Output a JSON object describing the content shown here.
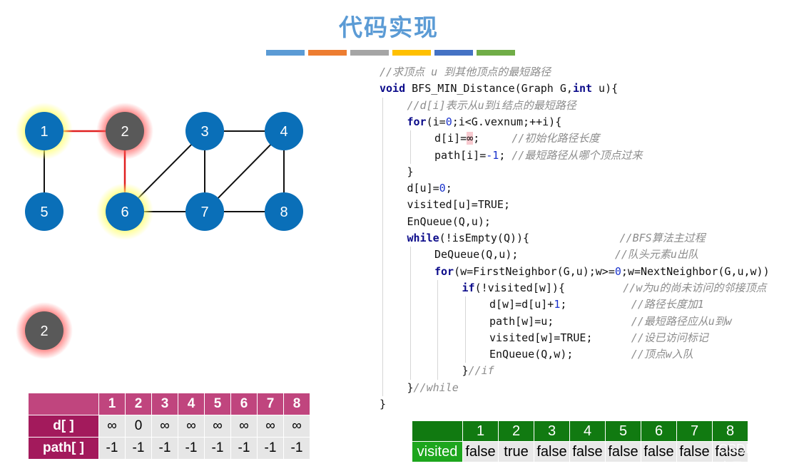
{
  "title": "代码实现",
  "colors": {
    "title": "#5b9bd5",
    "node": "#0a6fb8",
    "node_dark": "#595959",
    "tree_edge": "#e02020",
    "edge": "#111111",
    "glow_yellow": "#ffff66",
    "glow_red": "#ff5555",
    "bars": [
      "#5b9bd5",
      "#ed7d31",
      "#a5a5a5",
      "#ffc000",
      "#4472c4",
      "#70ad47"
    ]
  },
  "graph": {
    "nodes": [
      {
        "id": "1",
        "label": "1",
        "state": "visited"
      },
      {
        "id": "2",
        "label": "2",
        "state": "current"
      },
      {
        "id": "3",
        "label": "3",
        "state": "unvisited"
      },
      {
        "id": "4",
        "label": "4",
        "state": "unvisited"
      },
      {
        "id": "5",
        "label": "5",
        "state": "unvisited"
      },
      {
        "id": "6",
        "label": "6",
        "state": "visited"
      },
      {
        "id": "7",
        "label": "7",
        "state": "unvisited"
      },
      {
        "id": "8",
        "label": "8",
        "state": "unvisited"
      }
    ],
    "edges": [
      {
        "from": "1",
        "to": "2",
        "highlight": true
      },
      {
        "from": "2",
        "to": "6",
        "highlight": true
      },
      {
        "from": "1",
        "to": "5",
        "highlight": false
      },
      {
        "from": "3",
        "to": "4",
        "highlight": false
      },
      {
        "from": "3",
        "to": "6",
        "highlight": false
      },
      {
        "from": "3",
        "to": "7",
        "highlight": false
      },
      {
        "from": "4",
        "to": "7",
        "highlight": false
      },
      {
        "from": "4",
        "to": "8",
        "highlight": false
      },
      {
        "from": "6",
        "to": "7",
        "highlight": false
      },
      {
        "from": "7",
        "to": "8",
        "highlight": false
      }
    ]
  },
  "queue": [
    "2"
  ],
  "code": {
    "lines": [
      {
        "indent": 0,
        "parts": [
          {
            "t": "//求顶点 ",
            "c": "c"
          },
          {
            "t": "u",
            "c": "c"
          },
          {
            "t": " 到其他顶点的最短路径",
            "c": "c"
          }
        ]
      },
      {
        "indent": 0,
        "parts": [
          {
            "t": "void",
            "c": "k"
          },
          {
            "t": " BFS_MIN_Distance(Graph G,",
            "c": ""
          },
          {
            "t": "int",
            "c": "k"
          },
          {
            "t": " u){",
            "c": ""
          }
        ]
      },
      {
        "indent": 1,
        "parts": [
          {
            "t": "//d[i]表示从u到i结点的最短路径",
            "c": "c"
          }
        ]
      },
      {
        "indent": 1,
        "parts": [
          {
            "t": "for",
            "c": "k"
          },
          {
            "t": "(i=",
            "c": ""
          },
          {
            "t": "0",
            "c": "n"
          },
          {
            "t": ";i<G.vexnum;++i){",
            "c": ""
          }
        ]
      },
      {
        "indent": 2,
        "parts": [
          {
            "t": "d[i]=",
            "c": ""
          },
          {
            "t": "∞",
            "c": "hl"
          },
          {
            "t": ";     ",
            "c": ""
          },
          {
            "t": "//初始化路径长度",
            "c": "c"
          }
        ]
      },
      {
        "indent": 2,
        "parts": [
          {
            "t": "path[i]=",
            "c": ""
          },
          {
            "t": "-1",
            "c": "n"
          },
          {
            "t": "; ",
            "c": ""
          },
          {
            "t": "//最短路径从哪个顶点过来",
            "c": "c"
          }
        ]
      },
      {
        "indent": 1,
        "parts": [
          {
            "t": "}",
            "c": ""
          }
        ]
      },
      {
        "indent": 1,
        "parts": [
          {
            "t": "d[u]=",
            "c": ""
          },
          {
            "t": "0",
            "c": "n"
          },
          {
            "t": ";",
            "c": ""
          }
        ]
      },
      {
        "indent": 1,
        "parts": [
          {
            "t": "visited[u]=TRUE;",
            "c": ""
          }
        ]
      },
      {
        "indent": 1,
        "parts": [
          {
            "t": "EnQueue(Q,u);",
            "c": ""
          }
        ]
      },
      {
        "indent": 1,
        "parts": [
          {
            "t": "while",
            "c": "k"
          },
          {
            "t": "(!isEmpty(Q)){              ",
            "c": ""
          },
          {
            "t": "//BFS算法主过程",
            "c": "c"
          }
        ]
      },
      {
        "indent": 2,
        "parts": [
          {
            "t": "DeQueue(Q,u);               ",
            "c": ""
          },
          {
            "t": "//队头元素u出队",
            "c": "c"
          }
        ]
      },
      {
        "indent": 2,
        "parts": [
          {
            "t": "for",
            "c": "k"
          },
          {
            "t": "(w=FirstNeighbor(G,u);w>=",
            "c": ""
          },
          {
            "t": "0",
            "c": "n"
          },
          {
            "t": ";w=NextNeighbor(G,u,w))",
            "c": ""
          }
        ]
      },
      {
        "indent": 3,
        "parts": [
          {
            "t": "if",
            "c": "k"
          },
          {
            "t": "(!visited[w]){         ",
            "c": ""
          },
          {
            "t": "//w为u的尚未访问的邻接顶点",
            "c": "c"
          }
        ]
      },
      {
        "indent": 4,
        "parts": [
          {
            "t": "d[w]=d[u]+",
            "c": ""
          },
          {
            "t": "1",
            "c": "n"
          },
          {
            "t": ";          ",
            "c": ""
          },
          {
            "t": "//路径长度加1",
            "c": "c"
          }
        ]
      },
      {
        "indent": 4,
        "parts": [
          {
            "t": "path[w]=u;            ",
            "c": ""
          },
          {
            "t": "//最短路径应从u到w",
            "c": "c"
          }
        ]
      },
      {
        "indent": 4,
        "parts": [
          {
            "t": "visited[w]=TRUE;      ",
            "c": ""
          },
          {
            "t": "//设已访问标记",
            "c": "c"
          }
        ]
      },
      {
        "indent": 4,
        "parts": [
          {
            "t": "EnQueue(Q,w);         ",
            "c": ""
          },
          {
            "t": "//顶点w入队",
            "c": "c"
          }
        ]
      },
      {
        "indent": 3,
        "parts": [
          {
            "t": "}",
            "c": ""
          },
          {
            "t": "//if",
            "c": "c"
          }
        ]
      },
      {
        "indent": 1,
        "parts": [
          {
            "t": "}",
            "c": ""
          },
          {
            "t": "//while",
            "c": "c"
          }
        ]
      },
      {
        "indent": 0,
        "parts": [
          {
            "t": "}",
            "c": ""
          }
        ]
      }
    ]
  },
  "dist_table": {
    "headers": [
      "1",
      "2",
      "3",
      "4",
      "5",
      "6",
      "7",
      "8"
    ],
    "rows": [
      {
        "label": "d[ ]",
        "values": [
          "∞",
          "0",
          "∞",
          "∞",
          "∞",
          "∞",
          "∞",
          "∞"
        ]
      },
      {
        "label": "path[ ]",
        "values": [
          "-1",
          "-1",
          "-1",
          "-1",
          "-1",
          "-1",
          "-1",
          "-1"
        ]
      }
    ]
  },
  "visited_table": {
    "headers": [
      "1",
      "2",
      "3",
      "4",
      "5",
      "6",
      "7",
      "8"
    ],
    "row_label": "visited",
    "values": [
      "false",
      "true",
      "false",
      "false",
      "false",
      "false",
      "false",
      "false"
    ]
  },
  "watermark": "CSDN @前端小马"
}
